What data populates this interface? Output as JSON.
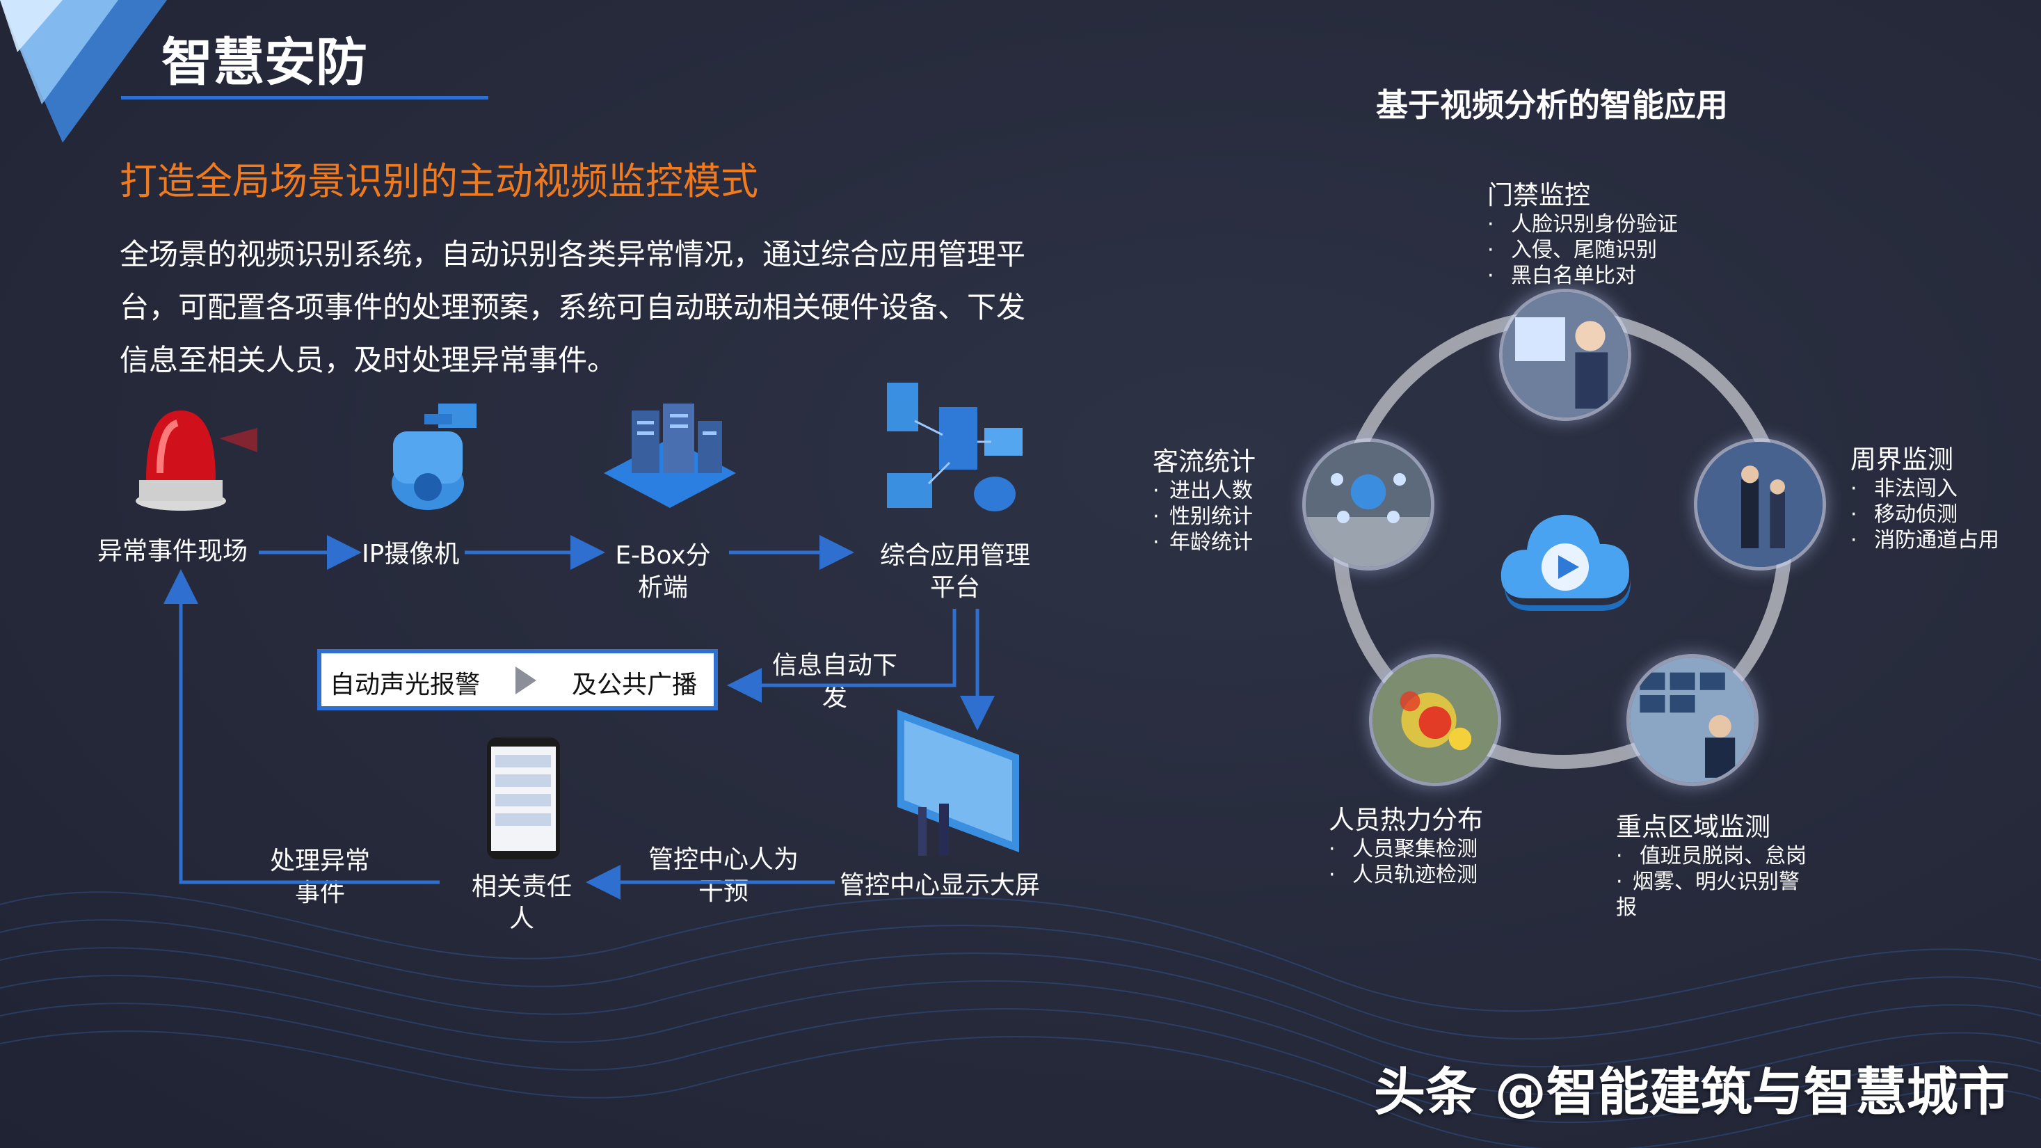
{
  "header": {
    "title": "智慧安防"
  },
  "left": {
    "subtitle": "打造全局场景识别的主动视频监控模式",
    "description_lines": [
      "全场景的视频识别系统，自动识别各类异常情况，通过综合应用管理平",
      "台，可配置各项事件的处理预案，系统可自动联动相关硬件设备、下发",
      "信息至相关人员，及时处理异常事件。"
    ]
  },
  "flow": {
    "scene": "异常事件现场",
    "camera": "IP摄像机",
    "ebox": [
      "E-Box分",
      "析端"
    ],
    "platform": [
      "综合应用管理",
      "平台"
    ],
    "auto_send": [
      "信息自动下",
      "发"
    ],
    "alarm_left": "自动声光报警",
    "alarm_right": "及公共广播",
    "screen": "管控中心显示大屏",
    "intervene": [
      "管控中心人为",
      "干预"
    ],
    "responsible": [
      "相关责任",
      "人"
    ],
    "handle": [
      "处理异常",
      "事件"
    ]
  },
  "right": {
    "title": "基于视频分析的智能应用",
    "access": {
      "title": "门禁监控",
      "items": [
        "人脸识别身份验证",
        "入侵、尾随识别",
        "黑白名单比对"
      ]
    },
    "perimeter": {
      "title": "周界监测",
      "items": [
        "非法闯入",
        "移动侦测",
        "消防通道占用"
      ]
    },
    "passenger": {
      "title": "客流统计",
      "items": [
        "进出人数",
        "性别统计",
        "年龄统计"
      ]
    },
    "heat": {
      "title": "人员热力分布",
      "items": [
        "人员聚集检测",
        "人员轨迹检测"
      ]
    },
    "key_area": {
      "title": "重点区域监测",
      "items": [
        "值班员脱岗、怠岗",
        "烟雾、明火识别警",
        "报"
      ]
    }
  },
  "watermark": "头条 @智能建筑与智慧城市",
  "colors": {
    "accent_orange": "#f07b1f",
    "arrow_blue": "#2f6fd0",
    "header_blue": "#4aa3f0"
  }
}
